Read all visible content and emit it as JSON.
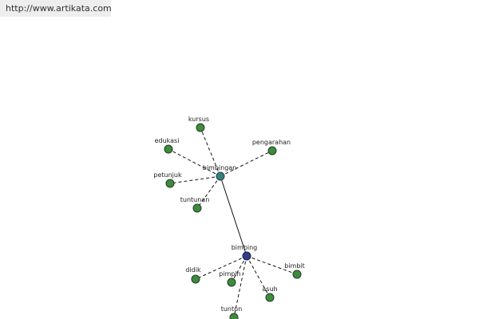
{
  "header": {
    "url": "http://www.artikata.com"
  },
  "graph": {
    "colors": {
      "leaf": "#3f8a3f",
      "hub_bimbingan": "#3a7f7f",
      "hub_bimbing": "#2c3f8a",
      "edge": "#111111"
    },
    "nodes": {
      "bimbingan": "bimbingan",
      "kursus": "kursus",
      "edukasi": "edukasi",
      "pengarahan": "pengarahan",
      "petunjuk": "petunjuk",
      "tuntunan": "tuntunan",
      "bimbing": "bimbing",
      "didik": "didik",
      "pimpin": "pimpin",
      "asuh": "asuh",
      "bimbit": "bimbit",
      "tuntun": "tuntun"
    }
  }
}
